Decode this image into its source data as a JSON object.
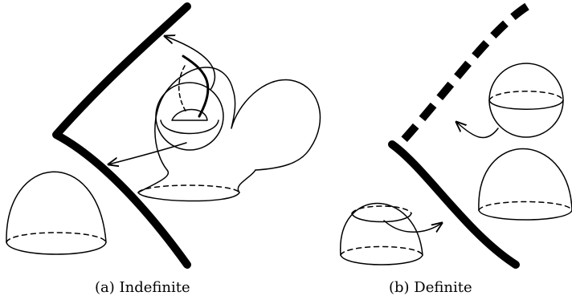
{
  "figure": {
    "panels": [
      {
        "id": "a",
        "caption": "(a)  Indefinite"
      },
      {
        "id": "b",
        "caption": "(b)  Definite"
      }
    ]
  }
}
